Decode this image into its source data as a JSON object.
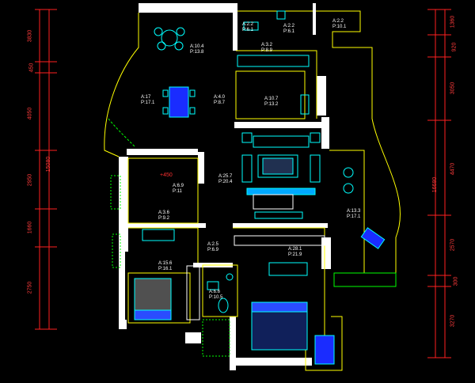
{
  "drawing": {
    "colors": {
      "wall": "#ffffff",
      "wall_line": "#ffff00",
      "dim_line": "#ff2020",
      "furniture": "#00ffff",
      "blue_fill": "#2a4cff",
      "green": "#00ff00",
      "room_label": "#ff3030"
    },
    "left_dimensions": [
      "3830",
      "450",
      "4050",
      "15080",
      "2950",
      "1660",
      "2750"
    ],
    "right_dimensions": [
      "1360",
      "920",
      "3050",
      "16680",
      "4470",
      "2570",
      "300",
      "3270"
    ],
    "rooms": [
      {
        "label": "",
        "area": "A:2.2",
        "perimeter": "P:6.1"
      },
      {
        "label": "",
        "area": "A:2.2",
        "perimeter": "P:6.1"
      },
      {
        "label": "",
        "area": "A:2.2",
        "perimeter": "P:10.1"
      },
      {
        "label": "",
        "area": "A:10.4",
        "perimeter": "P:13.8"
      },
      {
        "label": "",
        "area": "A:3.2",
        "perimeter": "P:8.9"
      },
      {
        "label": "",
        "area": "A:17",
        "perimeter": "P:17.1"
      },
      {
        "label": "",
        "area": "A:4.0",
        "perimeter": "P:8.7"
      },
      {
        "label": "",
        "area": "A:10.7",
        "perimeter": "P:13.2"
      },
      {
        "label": "",
        "area": "A:6.9",
        "perimeter": "P:11"
      },
      {
        "label": "",
        "area": "A:3.6",
        "perimeter": "P:9.2"
      },
      {
        "label": "",
        "area": "A:25.7",
        "perimeter": "P:20.4"
      },
      {
        "label": "",
        "area": "A:13.3",
        "perimeter": "P:17.1"
      },
      {
        "label": "",
        "area": "A:2.5",
        "perimeter": "P:6.9"
      },
      {
        "label": "",
        "area": "A:15.6",
        "perimeter": "P:16.1"
      },
      {
        "label": "",
        "area": "A:28.1",
        "perimeter": "P:21.9"
      },
      {
        "label": "",
        "area": "A:6.6",
        "perimeter": "P:10.5"
      }
    ],
    "extra_labels": {
      "step": "+450"
    }
  }
}
